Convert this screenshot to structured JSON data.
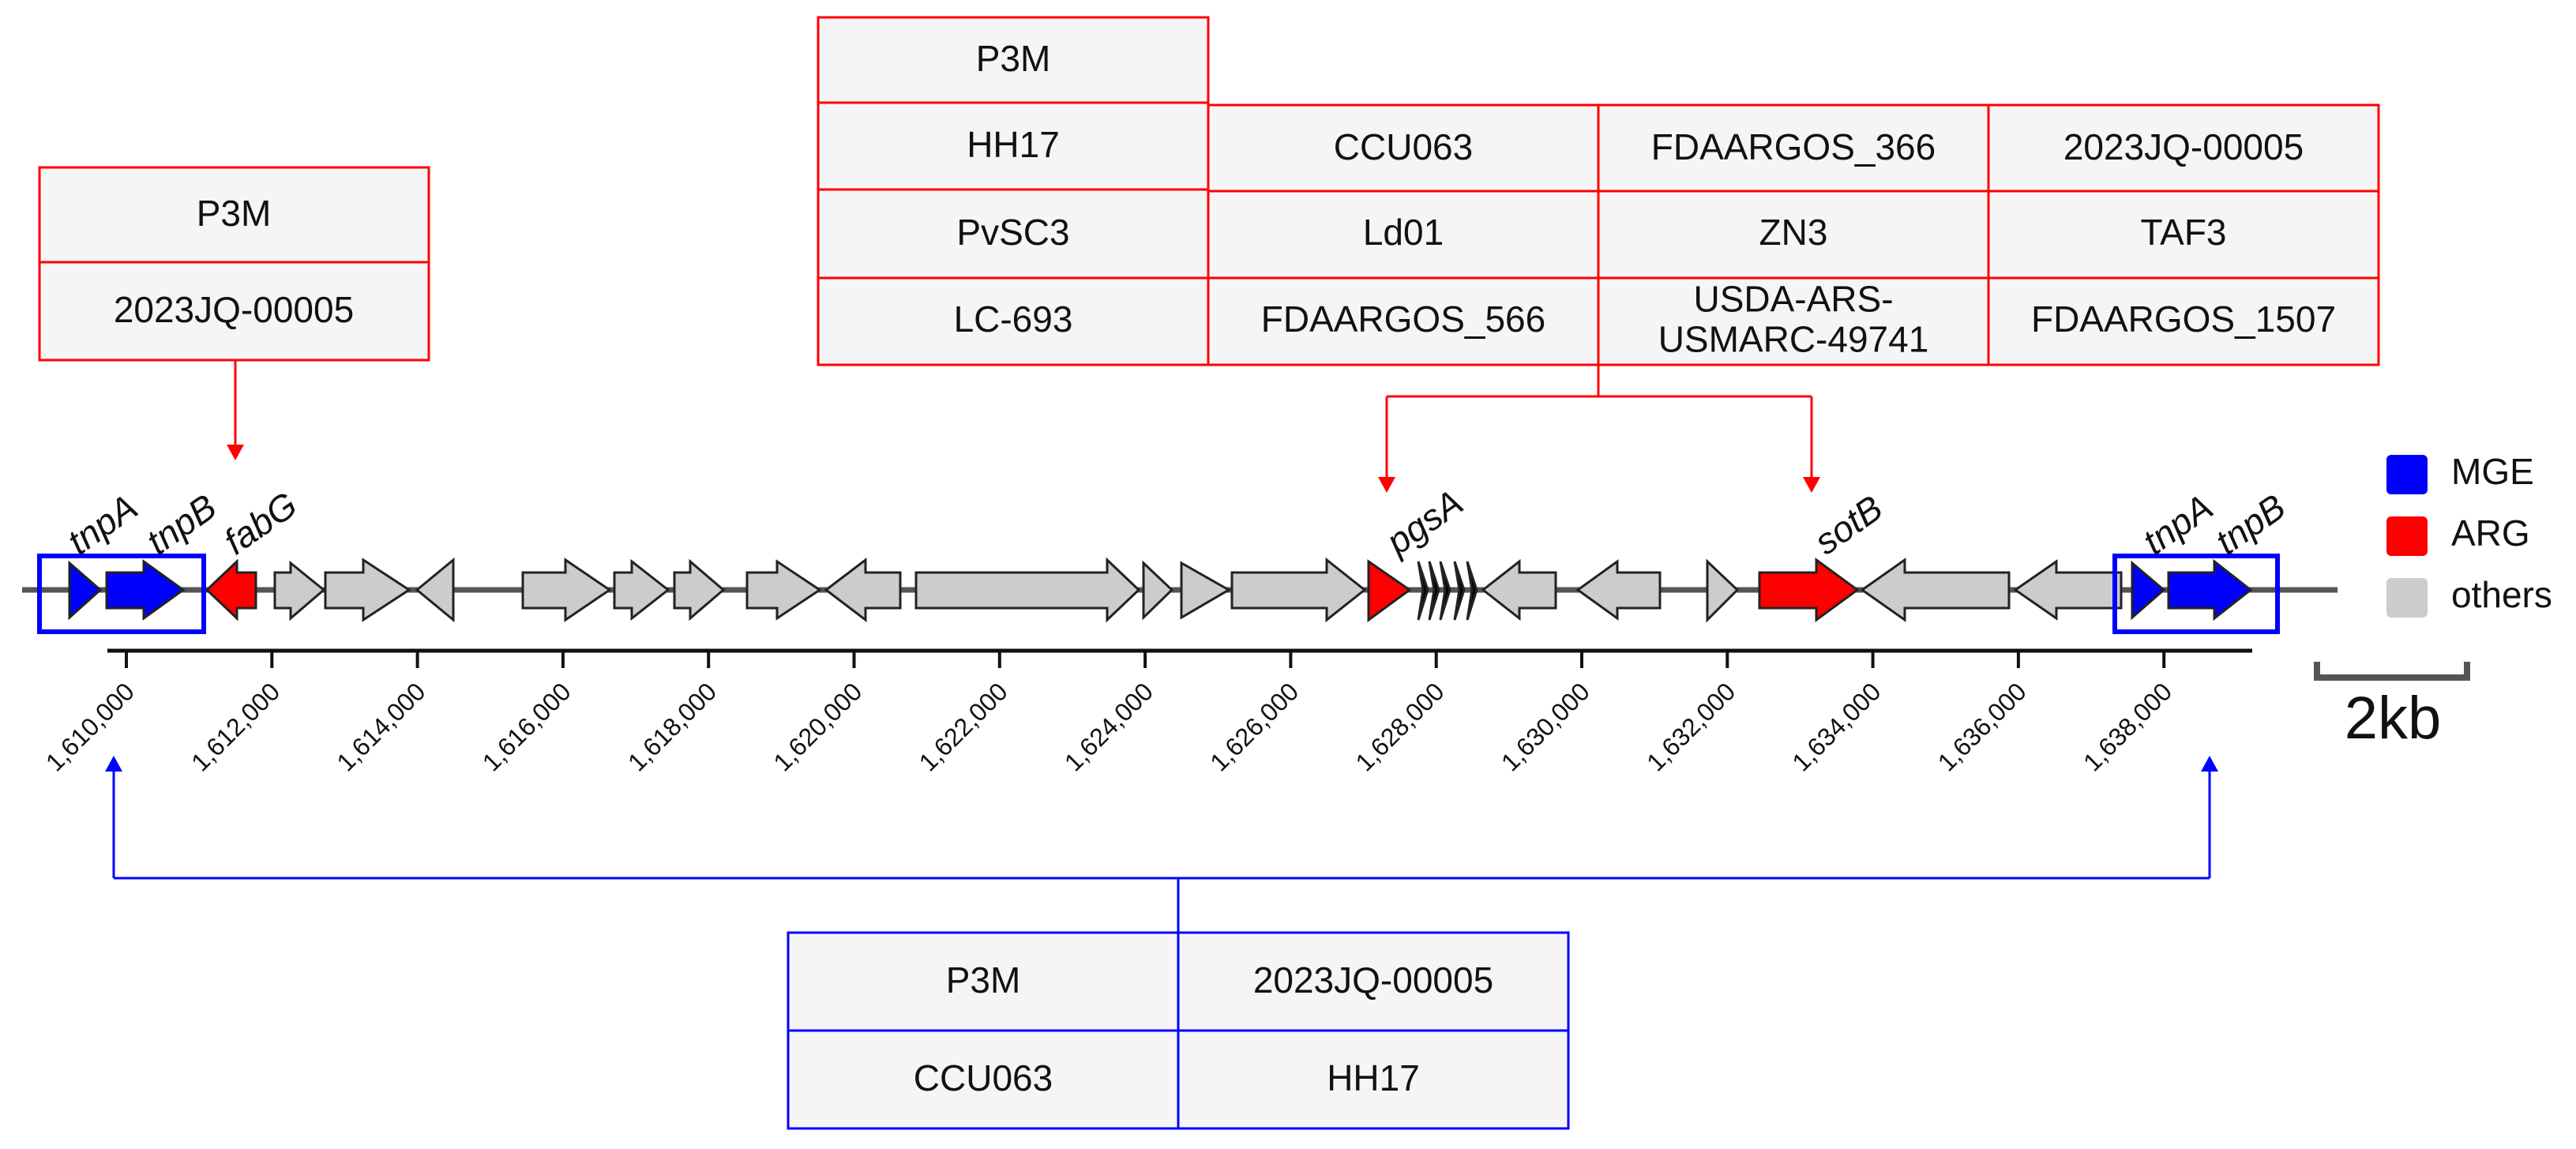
{
  "axis": {
    "tick_labels": [
      "1,610,000",
      "1,612,000",
      "1,614,000",
      "1,616,000",
      "1,618,000",
      "1,620,000",
      "1,622,000",
      "1,624,000",
      "1,626,000",
      "1,628,000",
      "1,630,000",
      "1,632,000",
      "1,634,000",
      "1,636,000",
      "1,638,000"
    ]
  },
  "gene_labels": {
    "tnpA_left": "tnpA",
    "tnpB_left": "tnpB",
    "fabG": "fabG",
    "pgsA": "pgsA",
    "sotB": "sotB",
    "tnpA_right": "tnpA",
    "tnpB_right": "tnpB"
  },
  "legend": {
    "items": [
      {
        "label": "MGE",
        "color": "#0000ff"
      },
      {
        "label": "ARG",
        "color": "#ff0000"
      },
      {
        "label": "others",
        "color": "#cccccc"
      }
    ]
  },
  "scale_bar": {
    "label": "2kb"
  },
  "fabG_strains": {
    "rows": [
      "P3M",
      "2023JQ-00005"
    ]
  },
  "pgsA_sotB_strains": {
    "top": "P3M",
    "rows": [
      [
        "HH17",
        "CCU063",
        "FDAARGOS_366",
        "2023JQ-00005"
      ],
      [
        "PvSC3",
        "Ld01",
        "ZN3",
        "TAF3"
      ],
      [
        "LC-693",
        "FDAARGOS_566",
        "USDA-ARS-USMARC-49741",
        "FDAARGOS_1507"
      ]
    ]
  },
  "mge_strains": {
    "rows": [
      [
        "P3M",
        "2023JQ-00005"
      ],
      [
        "CCU063",
        "HH17"
      ]
    ]
  },
  "colors": {
    "mge": "#0000ff",
    "arg": "#ff0000",
    "other": "#cccccc",
    "red_box": "#ff0000",
    "blue_box": "#0000ff",
    "cell_fill": "#f5f5f5"
  }
}
